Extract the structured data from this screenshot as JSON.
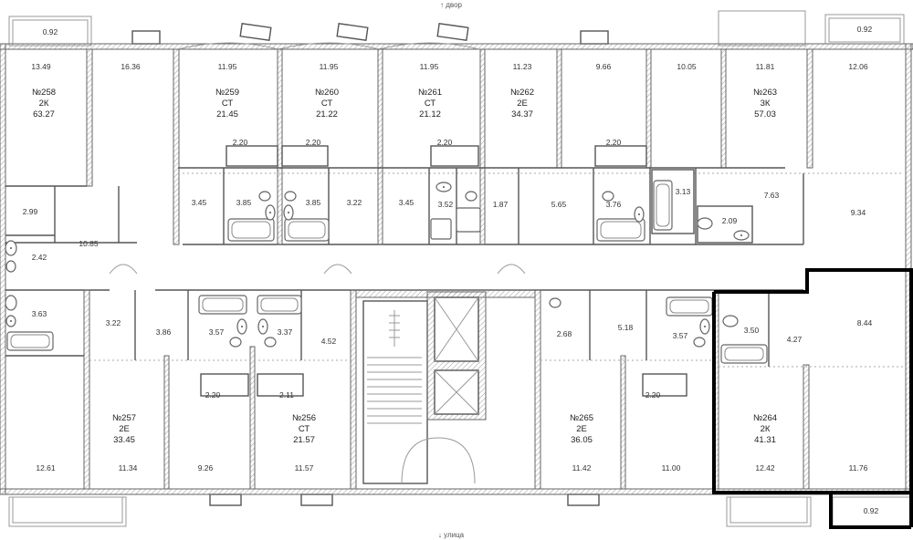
{
  "orientation": {
    "top_label": "↑ двор",
    "bottom_label": "↓ улица"
  },
  "selected_apartment": "№264",
  "apartments": [
    {
      "number": "№258",
      "type": "2К",
      "area": "63.27"
    },
    {
      "number": "№259",
      "type": "СТ",
      "area": "21.45"
    },
    {
      "number": "№260",
      "type": "СТ",
      "area": "21.22"
    },
    {
      "number": "№261",
      "type": "СТ",
      "area": "21.12"
    },
    {
      "number": "№262",
      "type": "2Е",
      "area": "34.37"
    },
    {
      "number": "№263",
      "type": "3К",
      "area": "57.03"
    },
    {
      "number": "№257",
      "type": "2Е",
      "area": "33.45"
    },
    {
      "number": "№256",
      "type": "СТ",
      "area": "21.57"
    },
    {
      "number": "№265",
      "type": "2Е",
      "area": "36.05"
    },
    {
      "number": "№264",
      "type": "2К",
      "area": "41.31"
    }
  ],
  "room_areas": [
    "0.92",
    "13.49",
    "16.36",
    "11.95",
    "11.95",
    "11.95",
    "11.23",
    "9.66",
    "10.05",
    "11.81",
    "12.06",
    "0.92",
    "2.20",
    "2.20",
    "2.20",
    "2.20",
    "3.45",
    "3.85",
    "3.85",
    "3.22",
    "3.45",
    "3.52",
    "1.87",
    "5.65",
    "3.76",
    "3.13",
    "7.63",
    "9.34",
    "2.09",
    "2.99",
    "10.85",
    "2.42",
    "3.63",
    "3.22",
    "3.86",
    "3.57",
    "3.37",
    "4.52",
    "2.68",
    "5.18",
    "3.57",
    "3.50",
    "4.27",
    "8.44",
    "2.20",
    "2.11",
    "2.20",
    "12.61",
    "11.34",
    "9.26",
    "11.57",
    "11.42",
    "11.00",
    "12.42",
    "11.76",
    "0.92"
  ]
}
